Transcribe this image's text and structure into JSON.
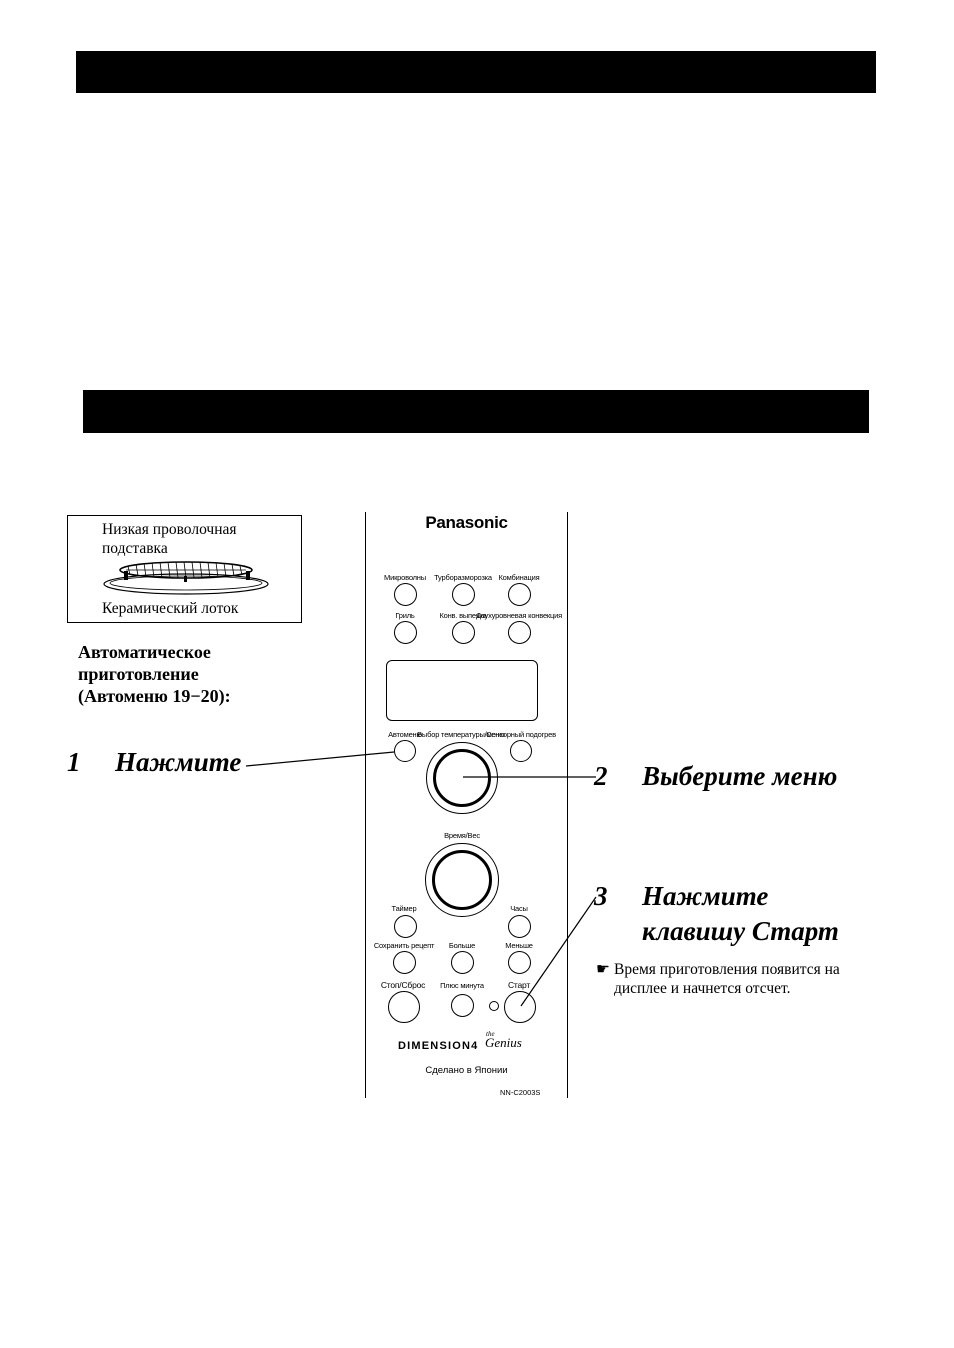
{
  "rack_box": {
    "label_rack_line1": "Низкая проволочная",
    "label_rack_line2": "подставка",
    "label_tray": "Керамический лоток"
  },
  "auto_heading": {
    "line1": "Автоматическое",
    "line2": "приготовление",
    "line3": "(Автоменю 19−20):"
  },
  "steps": {
    "step1": {
      "num": "1",
      "text": "Нажмите"
    },
    "step2": {
      "num": "2",
      "text": "Выберите меню"
    },
    "step3": {
      "num": "3",
      "line1": "Нажмите",
      "line2": "клавишу Старт"
    }
  },
  "note": {
    "pointer": "☛",
    "line1": "Время приготовления появится на",
    "line2": "дисплее и начнется отсчет."
  },
  "panel": {
    "brand": "Panasonic",
    "buttons": {
      "microwaves": "Микроволны",
      "turbo_defrost": "Турборазморозка",
      "combination": "Комбинация",
      "grill": "Гриль",
      "conv_bake": "Конв. выпечка",
      "two_level_conv": "Двухуровневая конвекция",
      "automenu": "Автоменю",
      "temp_menu_select": "Выбор температуры/меню",
      "sensor_reheat": "Сенсорный подогрев",
      "time_weight": "Время/Вес",
      "timer": "Таймер",
      "clock": "Часы",
      "save_recipe": "Сохранить рецепт",
      "more": "Больше",
      "less": "Меньше",
      "stop_reset": "Стоп/Сброс",
      "plus_minute": "Плюс минута",
      "start": "Старт"
    },
    "dimension": "DIMENSION4",
    "genius_the": "the",
    "genius": "Genius",
    "made_in": "Сделано в Японии",
    "model": "NN-C2003S"
  }
}
